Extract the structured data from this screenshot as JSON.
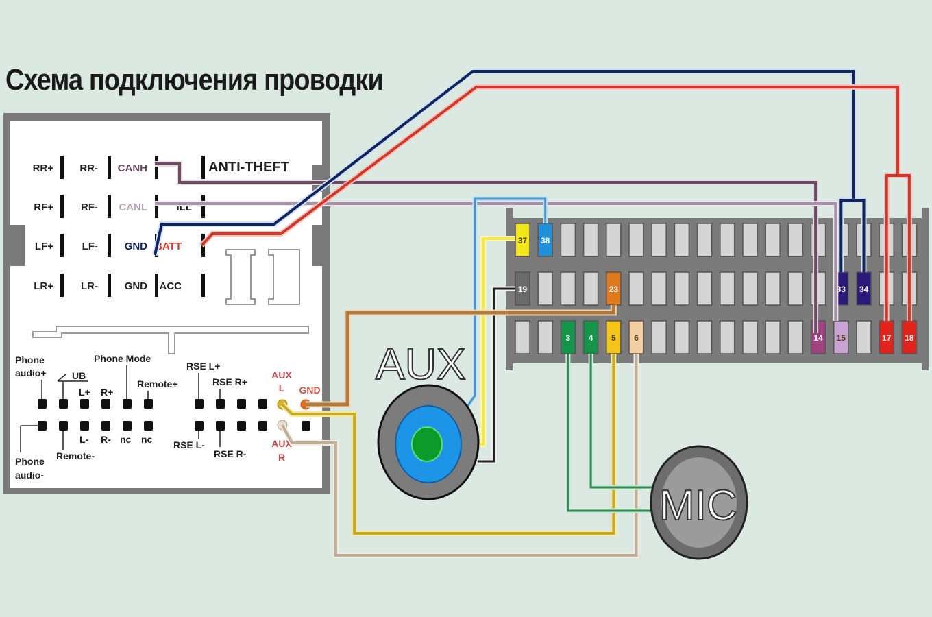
{
  "title": "Схема подключения проводки",
  "head_unit_connector": {
    "power_rows": [
      [
        "RR+",
        "RR-",
        "CANH",
        "ANTI-THEFT"
      ],
      [
        "RF+",
        "RF-",
        "CANL",
        "ILL"
      ],
      [
        "LF+",
        "LF-",
        "GND",
        "BATT"
      ],
      [
        "LR+",
        "LR-",
        "GND",
        "ACC"
      ]
    ],
    "signal_labels": {
      "phone_audio_plus": "Phone audio+",
      "ub": "UB",
      "l_plus": "L+",
      "r_plus": "R+",
      "phone_mode": "Phone Mode",
      "remote_plus": "Remote+",
      "rse_l_plus": "RSE L+",
      "rse_r_plus": "RSE R+",
      "aux_l": "AUX L",
      "gnd": "GND",
      "phone_audio_minus": "Phone audio-",
      "remote_minus": "Remote-",
      "l_minus": "L-",
      "r_minus": "R-",
      "nc1": "nc",
      "nc2": "nc",
      "rse_l_minus": "RSE L-",
      "rse_r_minus": "RSE R-",
      "aux_r": "AUX R"
    }
  },
  "quadlock_connector": {
    "columns": 18,
    "rows": 3,
    "highlighted_pins": [
      {
        "label": "37",
        "row": 0,
        "col": 0,
        "color": "#f3e619"
      },
      {
        "label": "38",
        "row": 0,
        "col": 1,
        "color": "#1e8fd8"
      },
      {
        "label": "19",
        "row": 1,
        "col": 0,
        "color": "#6b6b6b"
      },
      {
        "label": "23",
        "row": 1,
        "col": 4,
        "color": "#e07a1d"
      },
      {
        "label": "33",
        "row": 1,
        "col": 14,
        "color": "#2b1a7a"
      },
      {
        "label": "34",
        "row": 1,
        "col": 15,
        "color": "#2b1a7a"
      },
      {
        "label": "3",
        "row": 2,
        "col": 2,
        "color": "#14964a"
      },
      {
        "label": "4",
        "row": 2,
        "col": 3,
        "color": "#14964a"
      },
      {
        "label": "5",
        "row": 2,
        "col": 4,
        "color": "#f5c515"
      },
      {
        "label": "6",
        "row": 2,
        "col": 5,
        "color": "#f4cfa4"
      },
      {
        "label": "14",
        "row": 2,
        "col": 13,
        "color": "#a0427f"
      },
      {
        "label": "15",
        "row": 2,
        "col": 14,
        "color": "#c9a3d3"
      },
      {
        "label": "17",
        "row": 2,
        "col": 16,
        "color": "#e2231a"
      },
      {
        "label": "18",
        "row": 2,
        "col": 17,
        "color": "#e2231a"
      }
    ]
  },
  "aux_jack": {
    "label": "AUX"
  },
  "mic": {
    "label": "MIC"
  },
  "wire_colors": {
    "canh": "#6b4a62",
    "canl": "#a592a6",
    "gnd": "#13235e",
    "batt": "#d2372a",
    "aux_gnd": "#b07a3e",
    "aux_l": "#c9a92a",
    "aux_r": "#bfae98",
    "aux_sleeve": "#4a93c4",
    "aux_tip": "#f2ea4c",
    "aux_ring": "#222222",
    "mic": "#2f8a56"
  }
}
